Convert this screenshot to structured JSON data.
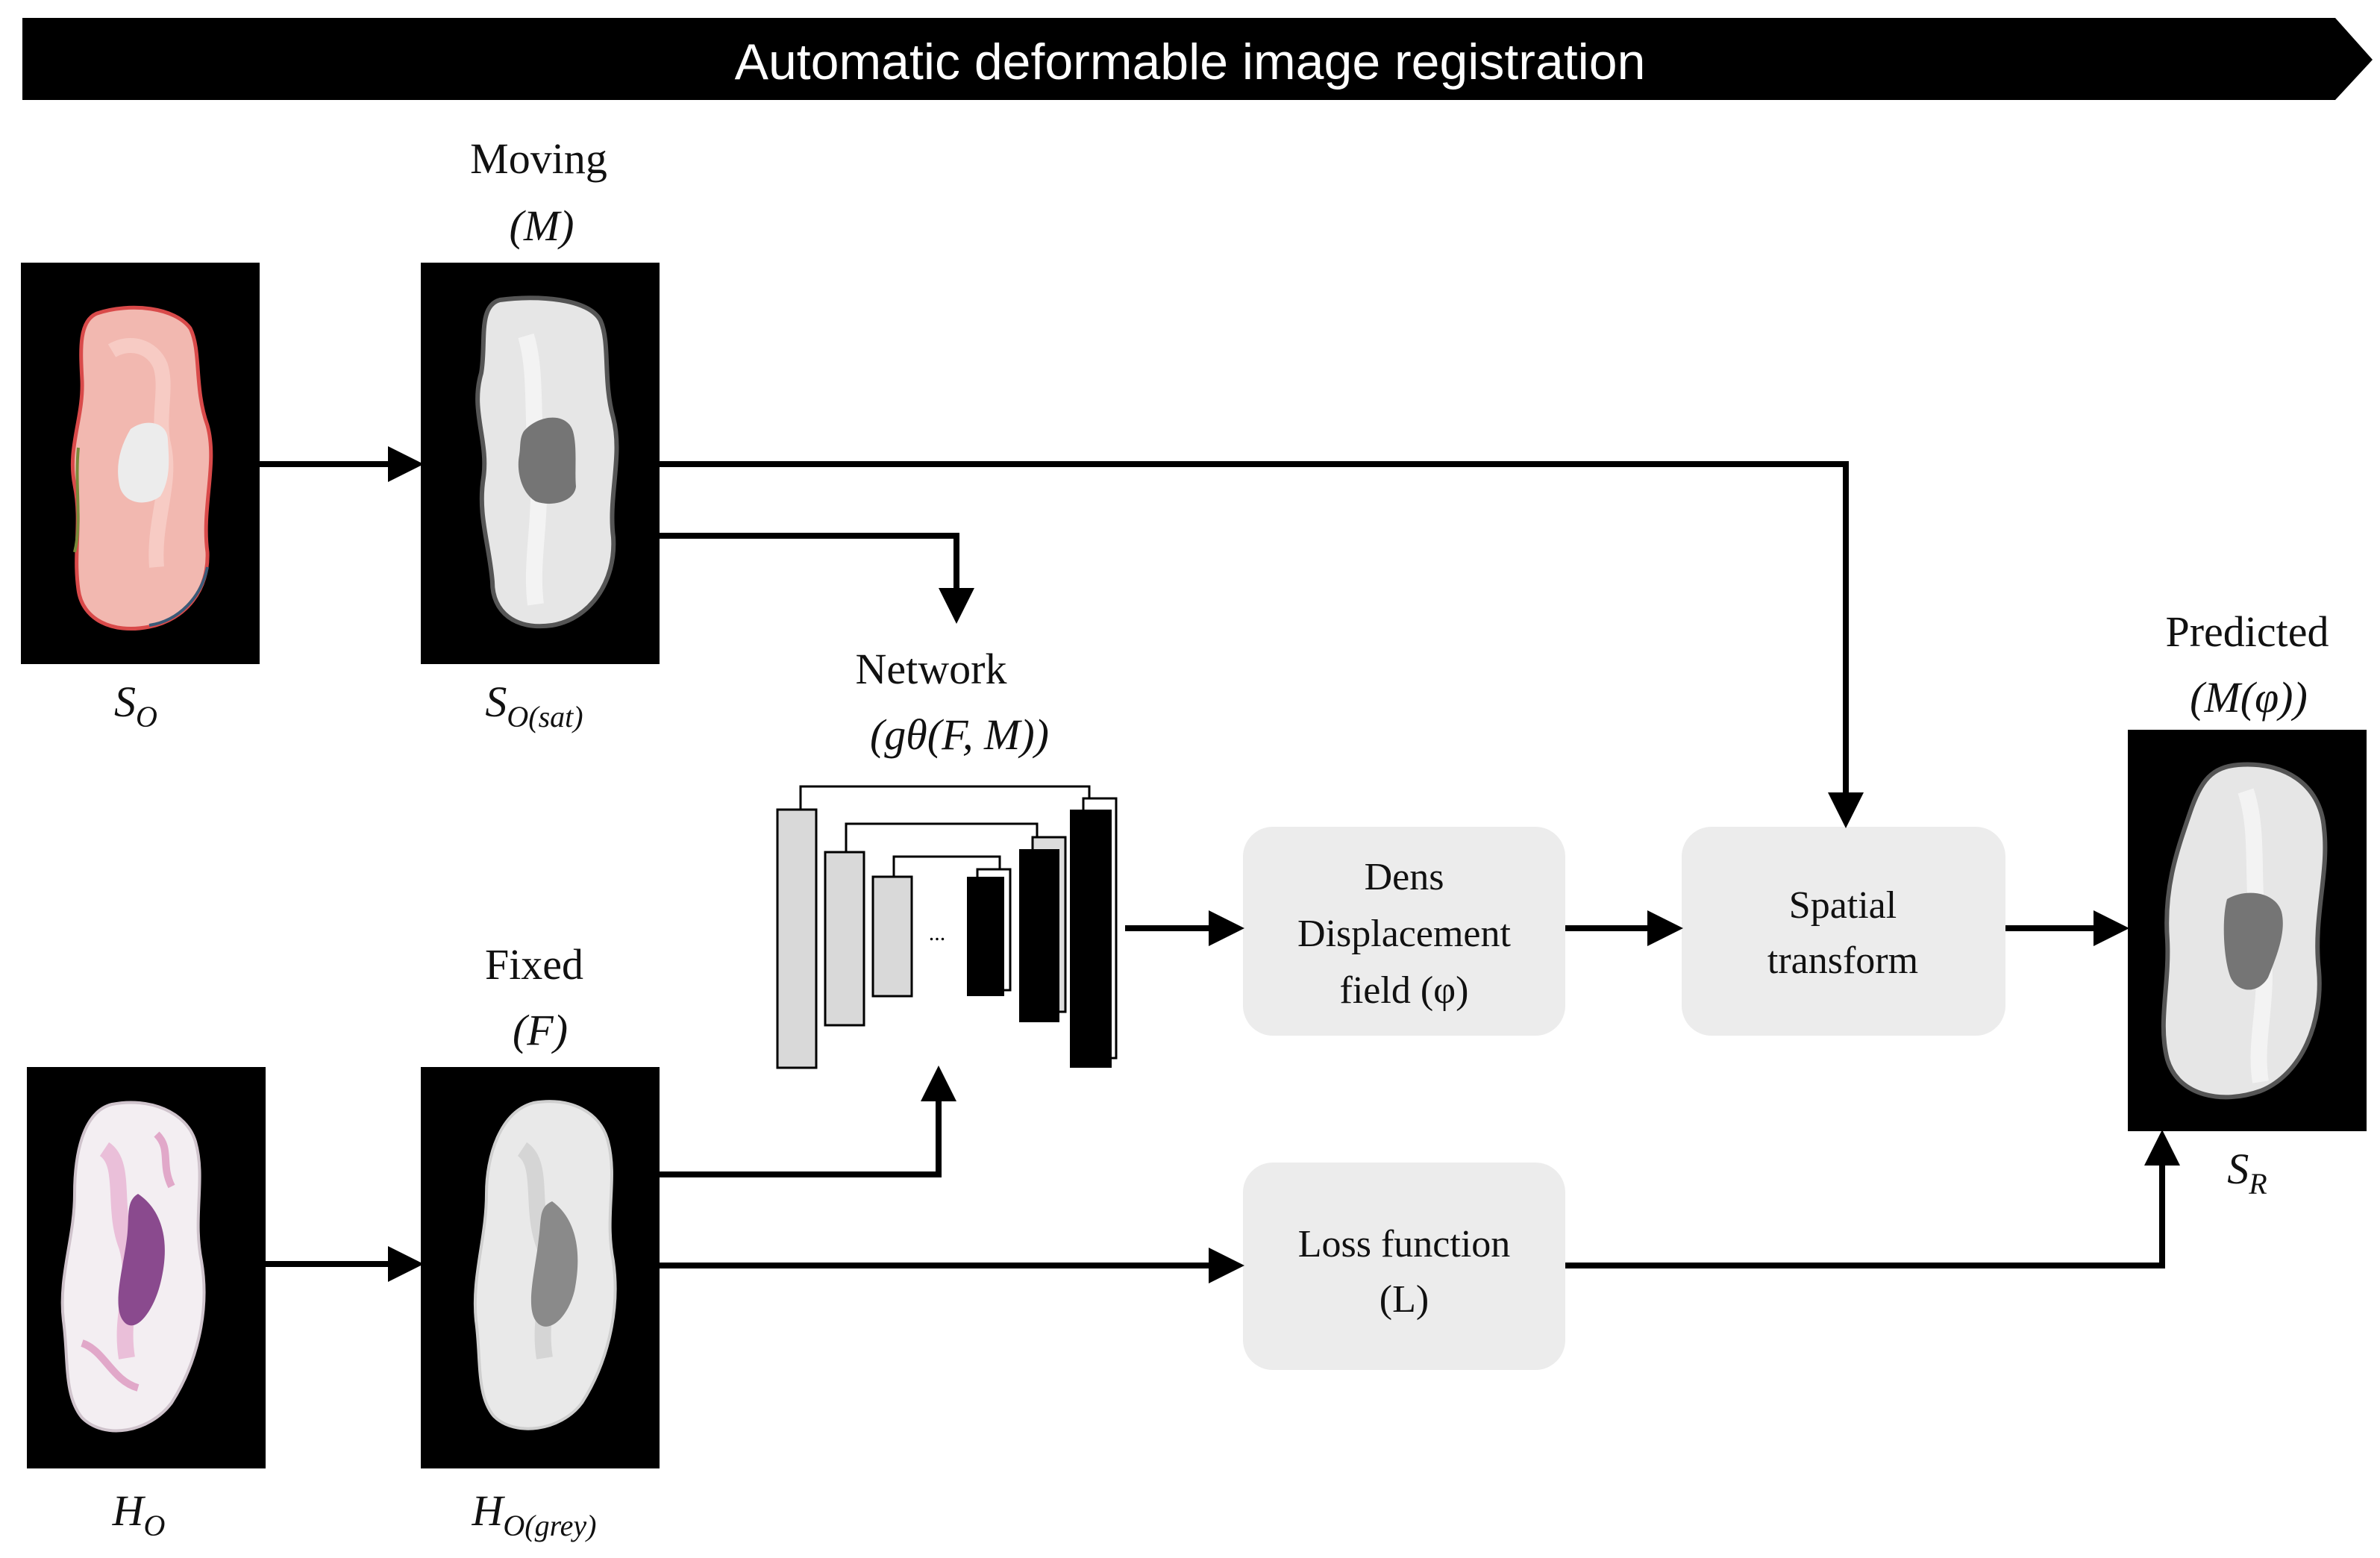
{
  "banner": {
    "title": "Automatic deformable image registration"
  },
  "labels": {
    "moving_title": "Moving",
    "moving_symbol": "(M)",
    "fixed_title": "Fixed",
    "fixed_symbol": "(F)",
    "network_title": "Network",
    "network_symbol": "(gθ(F, M))",
    "predicted_title": "Predicted",
    "predicted_symbol": "(M(φ))",
    "network_ellipsis": "..."
  },
  "image_captions": {
    "s_o": {
      "base": "S",
      "sub": "O"
    },
    "s_o_sat": {
      "base": "S",
      "sub": "O(sat)"
    },
    "h_o": {
      "base": "H",
      "sub": "O"
    },
    "h_o_grey": {
      "base": "H",
      "sub": "O(grey)"
    },
    "s_r": {
      "base": "S",
      "sub": "R"
    }
  },
  "boxes": {
    "displacement": {
      "line1": "Dens",
      "line2": "Displacement",
      "line3": "field (φ)"
    },
    "spatial": {
      "line1": "Spatial",
      "line2": "transform"
    },
    "loss": {
      "line1": "Loss function",
      "line2": "(L)"
    }
  },
  "colors": {
    "banner": "#000000",
    "process_box": "#ececec",
    "image_background": "#000000",
    "stain_pink": "#f2b8b0",
    "stain_purple": "#8a4a8e"
  }
}
